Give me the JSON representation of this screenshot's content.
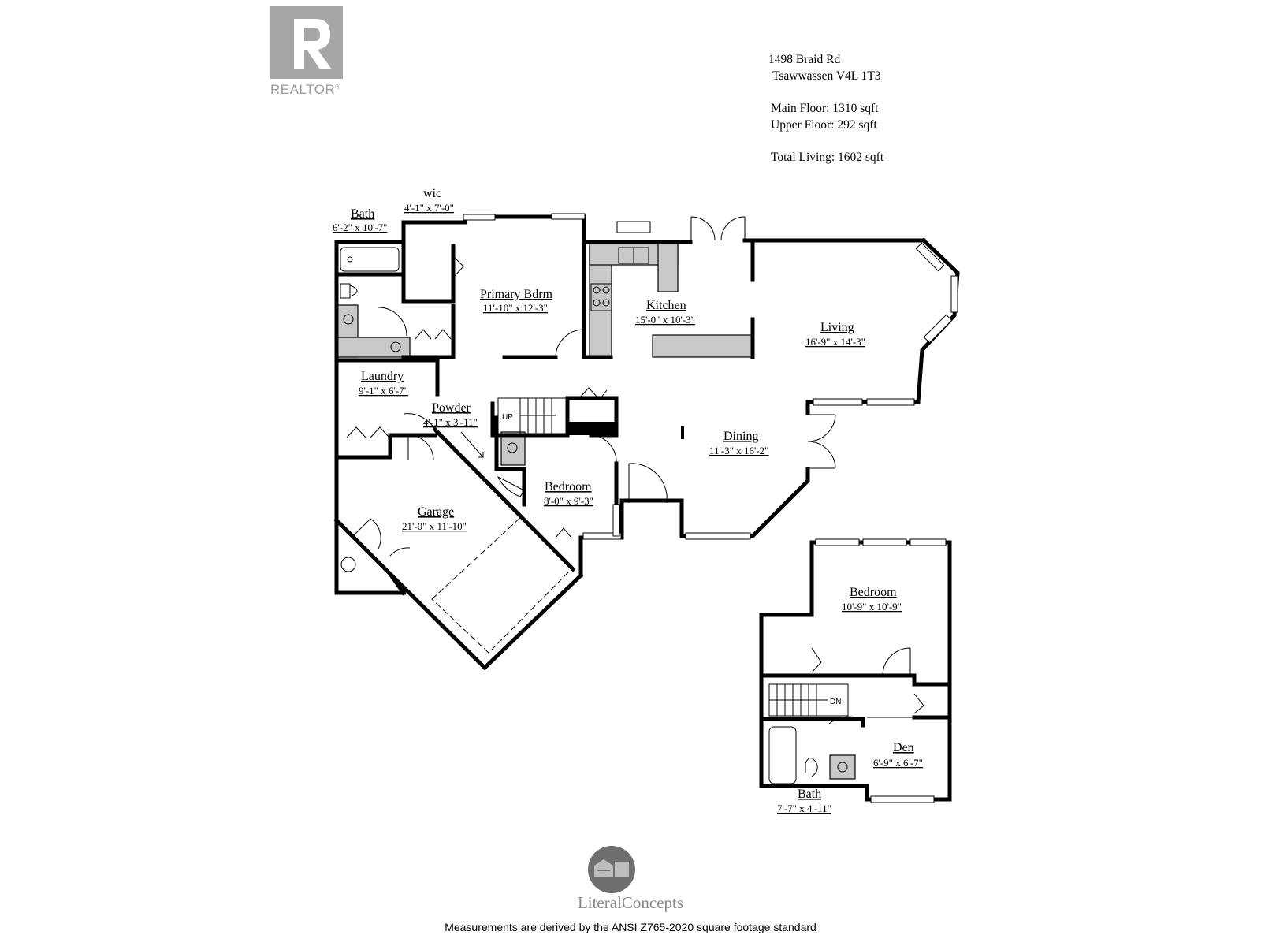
{
  "logo": {
    "wordmark": "REALTOR",
    "registered": "®",
    "letter": "R"
  },
  "listing": {
    "address_line1": "1498 Braid Rd",
    "address_line2": "Tsawwassen V4L 1T3",
    "main_floor": "Main Floor: 1310 sqft",
    "upper_floor": "Upper Floor: 292 sqft",
    "total_living": "Total Living: 1602 sqft"
  },
  "rooms": {
    "bath_main": {
      "name": "Bath",
      "dim": "6'-2\" x 10'-7\""
    },
    "wic": {
      "name": "wic",
      "dim": "4'-1\" x 7'-0\""
    },
    "primary_bdrm": {
      "name": "Primary Bdrm",
      "dim": "11'-10\" x 12'-3\""
    },
    "kitchen": {
      "name": "Kitchen",
      "dim": "15'-0\" x 10'-3\""
    },
    "living": {
      "name": "Living",
      "dim": "16'-9\" x 14'-3\""
    },
    "laundry": {
      "name": "Laundry",
      "dim": "9'-1\" x 6'-7\""
    },
    "powder": {
      "name": "Powder",
      "dim": "4'-1\" x 3'-11\""
    },
    "dining": {
      "name": "Dining",
      "dim": "11'-3\" x 16'-2\""
    },
    "bedroom_main": {
      "name": "Bedroom",
      "dim": "8'-0\" x 9'-3\""
    },
    "garage": {
      "name": "Garage",
      "dim": "21'-0\" x 11'-10\""
    },
    "bedroom_upper": {
      "name": "Bedroom",
      "dim": "10'-9\" x 10'-9\""
    },
    "den": {
      "name": "Den",
      "dim": "6'-9\" x 6'-7\""
    },
    "bath_upper": {
      "name": "Bath",
      "dim": "7'-7\" x 4'-11\""
    }
  },
  "stair_labels": {
    "up": "UP",
    "down": "DN"
  },
  "footer": {
    "brand": "LiteralConcepts",
    "note": "Measurements are derived by the ANSI Z765-2020 square footage standard"
  }
}
